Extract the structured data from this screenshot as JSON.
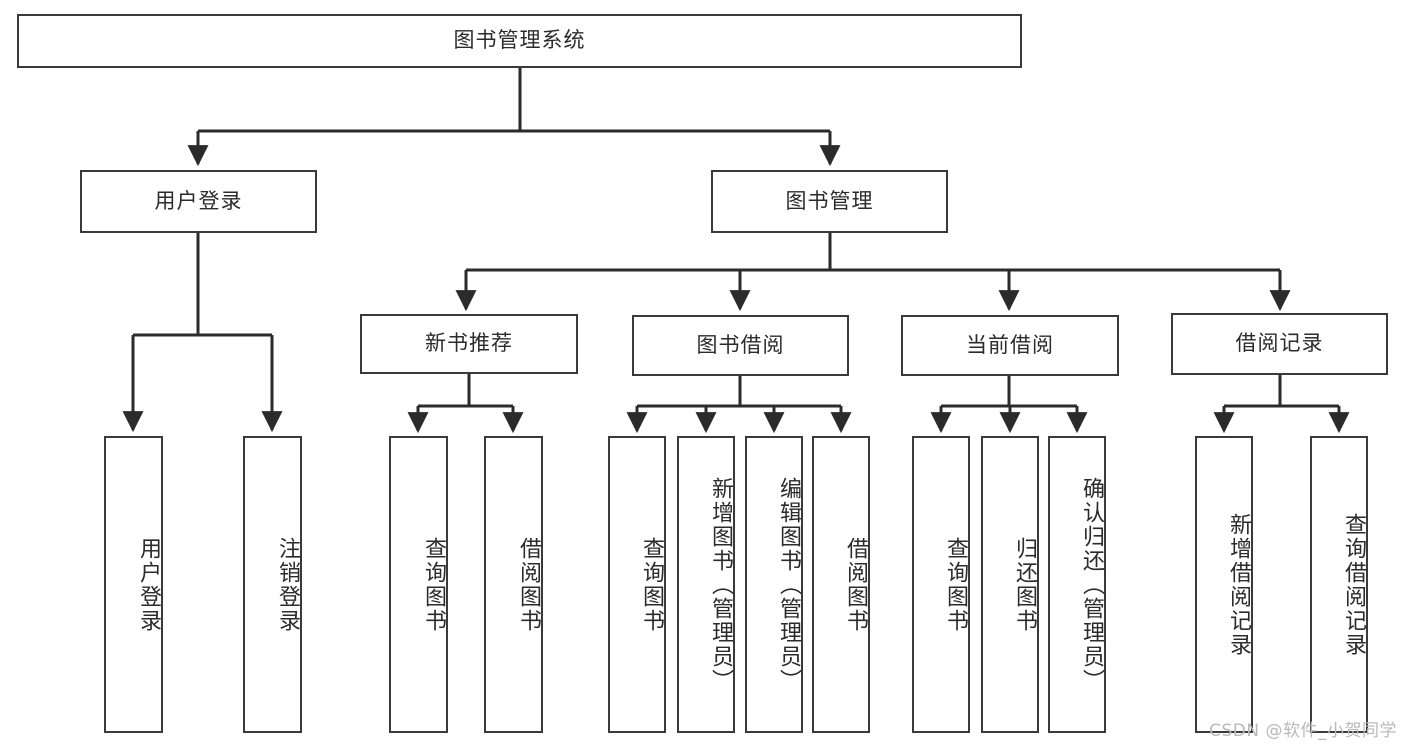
{
  "diagram": {
    "title": "图书管理系统",
    "type": "tree-hierarchy-diagram",
    "colors": {
      "box_border": "#3a3a3a",
      "box_fill": "#ffffff",
      "connector": "#2b2b2b",
      "text": "#2b2b2b",
      "watermark": "#b9b9b9",
      "background": "#ffffff"
    },
    "root": {
      "label": "图书管理系统"
    },
    "level2": [
      {
        "label": "用户登录"
      },
      {
        "label": "图书管理"
      }
    ],
    "level3": [
      {
        "label": "新书推荐"
      },
      {
        "label": "图书借阅"
      },
      {
        "label": "当前借阅"
      },
      {
        "label": "借阅记录"
      }
    ],
    "leaves": {
      "user_login": [
        {
          "label": "用户登录"
        },
        {
          "label": "注销登录"
        }
      ],
      "new_book_recommend": [
        {
          "label": "查询图书"
        },
        {
          "label": "借阅图书"
        }
      ],
      "book_borrow": [
        {
          "label": "查询图书"
        },
        {
          "label": "新增图书（管理员）"
        },
        {
          "label": "编辑图书（管理员）"
        },
        {
          "label": "借阅图书"
        }
      ],
      "current_borrow": [
        {
          "label": "查询图书"
        },
        {
          "label": "归还图书"
        },
        {
          "label": "确认归还（管理员）"
        }
      ],
      "borrow_records": [
        {
          "label": "新增借阅记录"
        },
        {
          "label": "查询借阅记录"
        }
      ]
    },
    "watermark": "CSDN @软件_小贺同学"
  }
}
